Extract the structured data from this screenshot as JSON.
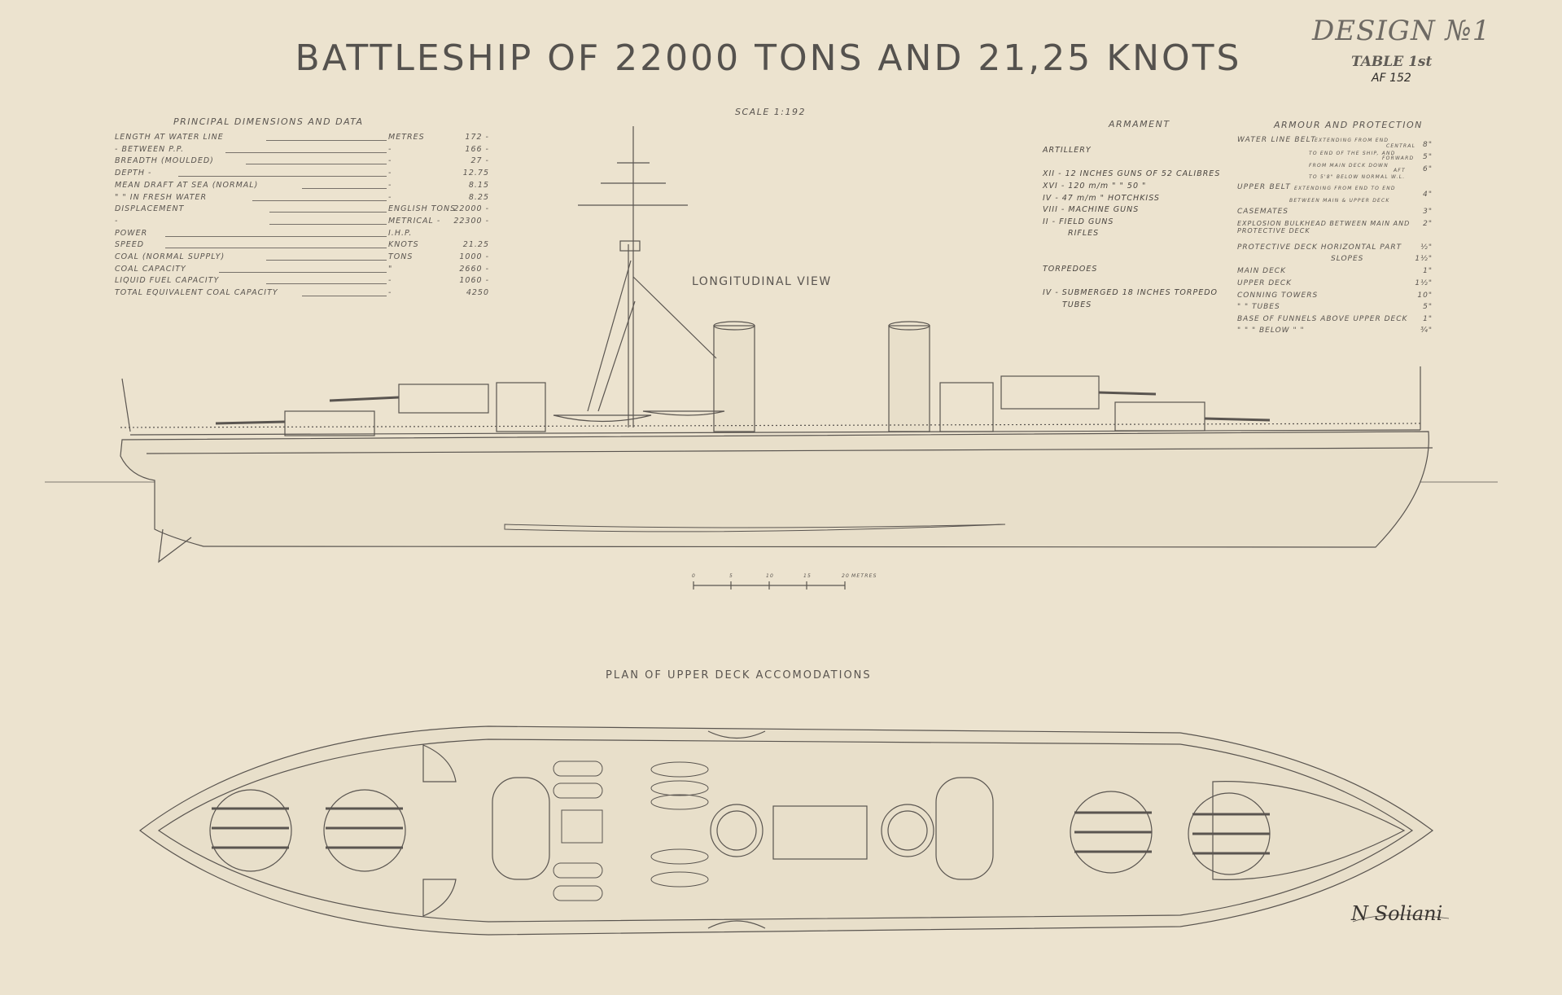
{
  "title": "BATTLESHIP OF 22000 TONS AND 21,25 KNOTS",
  "design": "DESIGN №1",
  "table": "TABLE 1st",
  "ref": "AF 152",
  "scale": "SCALE 1:192",
  "longitudinal_view": "LONGITUDINAL VIEW",
  "plan_title": "PLAN OF UPPER DECK ACCOMODATIONS",
  "scale_bar": {
    "ticks": [
      "0",
      "5",
      "10",
      "15",
      "20"
    ],
    "unit": "METRES"
  },
  "signature": "N Soliani",
  "principal": {
    "heading": "PRINCIPAL DIMENSIONS AND DATA",
    "rows": [
      {
        "label": "LENGTH AT WATER LINE",
        "unit": "METRES",
        "value": "172 -"
      },
      {
        "label": "- BETWEEN P.P.",
        "unit": "-",
        "value": "166 -"
      },
      {
        "label": "BREADTH (MOULDED)",
        "unit": "-",
        "value": "27 -"
      },
      {
        "label": "DEPTH -",
        "unit": "-",
        "value": "12.75"
      },
      {
        "label": "MEAN DRAFT AT SEA (NORMAL)",
        "unit": "-",
        "value": "8.15"
      },
      {
        "label": "\" \" IN FRESH WATER",
        "unit": "-",
        "value": "8.25"
      },
      {
        "label": "DISPLACEMENT",
        "unit": "ENGLISH TONS",
        "value": "22000 -"
      },
      {
        "label": "-",
        "unit": "METRICAL -",
        "value": "22300 -"
      },
      {
        "label": "POWER",
        "unit": "I.H.P.",
        "value": ""
      },
      {
        "label": "SPEED",
        "unit": "KNOTS",
        "value": "21.25"
      },
      {
        "label": "COAL (NORMAL SUPPLY)",
        "unit": "TONS",
        "value": "1000 -"
      },
      {
        "label": "COAL CAPACITY",
        "unit": "\"",
        "value": "2660 -"
      },
      {
        "label": "LIQUID FUEL CAPACITY",
        "unit": "-",
        "value": "1060 -"
      },
      {
        "label": "TOTAL EQUIVALENT COAL CAPACITY",
        "unit": "-",
        "value": "4250"
      }
    ]
  },
  "armament": {
    "heading": "ARMAMENT",
    "artillery_heading": "ARTILLERY",
    "artillery": [
      "XII - 12 INCHES GUNS OF 52 CALIBRES",
      "XVI - 120 m/m \" \" 50 \"",
      "IV - 47 m/m \" HOTCHKISS",
      "VIII - MACHINE GUNS",
      "II - FIELD GUNS",
      "RIFLES"
    ],
    "torpedoes_heading": "TORPEDOES",
    "torpedoes": [
      "IV - SUBMERGED 18 INCHES TORPEDO",
      "TUBES"
    ]
  },
  "armour": {
    "heading": "ARMOUR AND PROTECTION",
    "waterline_belt": {
      "label": "WATER LINE BELT",
      "note": [
        "EXTENDING FROM END",
        "TO END OF THE SHIP, AND",
        "FROM MAIN DECK DOWN",
        "TO 5'8\" BELOW NORMAL W.L."
      ],
      "values": [
        {
          "label": "CENTRAL",
          "value": "8\""
        },
        {
          "label": "FORWARD",
          "value": "5\""
        },
        {
          "label": "AFT",
          "value": "6\""
        }
      ]
    },
    "upper_belt": {
      "label": "UPPER BELT",
      "note": [
        "EXTENDING FROM END TO END",
        "BETWEEN MAIN & UPPER DECK"
      ],
      "value": "4\""
    },
    "rows": [
      {
        "label": "CASEMATES",
        "value": "3\""
      },
      {
        "label": "EXPLOSION BULKHEAD BETWEEN MAIN AND PROTECTIVE DECK",
        "value": "2\""
      },
      {
        "label": "PROTECTIVE DECK  HORIZONTAL PART",
        "value": "½\""
      },
      {
        "label": "SLOPES",
        "value": "1½\""
      },
      {
        "label": "MAIN DECK",
        "value": "1\""
      },
      {
        "label": "UPPER DECK",
        "value": "1½\""
      },
      {
        "label": "CONNING TOWERS",
        "value": "10\""
      },
      {
        "label": "\" \" TUBES",
        "value": "5\""
      },
      {
        "label": "BASE OF FUNNELS ABOVE UPPER DECK",
        "value": "1\""
      },
      {
        "label": "\" \" \" BELOW \" \"",
        "value": "¾\""
      }
    ]
  },
  "colors": {
    "paper": "#ece3cf",
    "ink": "#4a4540"
  }
}
